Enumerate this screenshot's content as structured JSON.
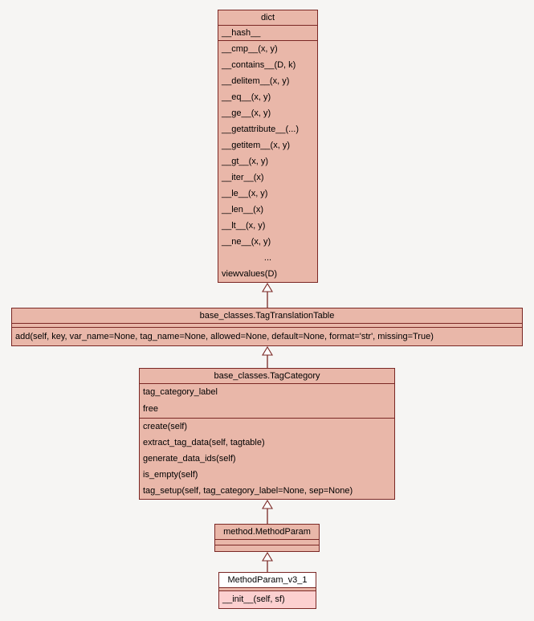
{
  "colors": {
    "background": "#f6f5f3",
    "node_fill": "#e9b7a9",
    "node_border": "#7a2724",
    "arrow": "#7a2724",
    "highlight_fill": "#fcd0d0",
    "focus_title_fill": "#ffffff"
  },
  "nodes": {
    "dict": {
      "title": "dict",
      "attributes": [
        "__hash__"
      ],
      "methods": [
        "__cmp__(x, y)",
        "__contains__(D, k)",
        "__delitem__(x, y)",
        "__eq__(x, y)",
        "__ge__(x, y)",
        "__getattribute__(...)",
        "__getitem__(x, y)",
        "__gt__(x, y)",
        "__iter__(x)",
        "__le__(x, y)",
        "__len__(x)",
        "__lt__(x, y)",
        "__ne__(x, y)",
        "...",
        "viewvalues(D)"
      ]
    },
    "translation_table": {
      "title": "base_classes.TagTranslationTable",
      "methods": [
        "add(self, key, var_name=None, tag_name=None, allowed=None, default=None, format='str', missing=True)"
      ]
    },
    "tag_category": {
      "title": "base_classes.TagCategory",
      "attributes": [
        "tag_category_label",
        "free"
      ],
      "methods": [
        "create(self)",
        "extract_tag_data(self, tagtable)",
        "generate_data_ids(self)",
        "is_empty(self)",
        "tag_setup(self, tag_category_label=None, sep=None)"
      ]
    },
    "method_param": {
      "title": "method.MethodParam"
    },
    "method_param_v3_1": {
      "title": "MethodParam_v3_1",
      "methods": [
        "__init__(self, sf)"
      ]
    }
  }
}
